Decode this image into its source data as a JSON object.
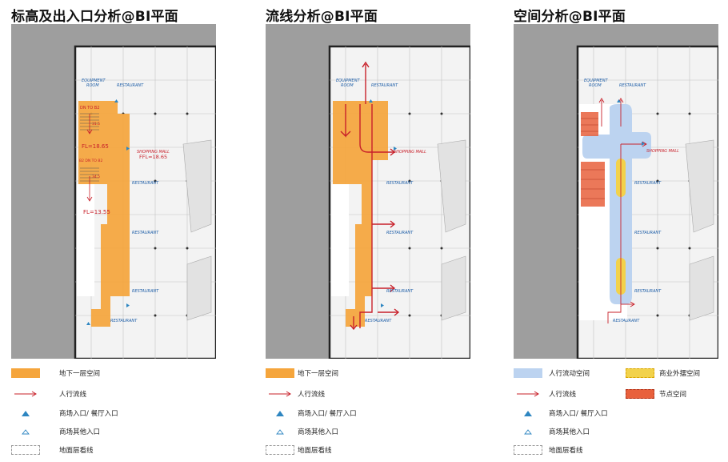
{
  "panels": [
    {
      "title": "标高及出入口分析@BI平面"
    },
    {
      "title": "流线分析@BI平面"
    },
    {
      "title": "空间分析@BI平面"
    }
  ],
  "plan_labels": {
    "equipment_room_1": "EQUIPMENT",
    "equipment_room_2": "ROOM",
    "restaurant": "RESTAURANT",
    "shopping_mall": "SHOPPING MALL",
    "dn_to_b2": "DN TO B2",
    "b2_dn_to_b2": "B2 DN TO B2",
    "step_1": "31.5",
    "step_2": "34.5",
    "fl_1": "FL=18.65",
    "ffl_mall": "FFL=18.65",
    "fl_2": "FL=13.55"
  },
  "legend_common": {
    "basement_space": "地下一层空间",
    "pedestrian_flow": "人行流线",
    "mall_restaurant_entry": "商场入口/ 餐厅入口",
    "mall_other_entry": "商场其他入口",
    "ground_sightline": "地面层看线"
  },
  "legend_space": {
    "pedestrian_space": "人行流动空间",
    "commercial_space": "商业外摆空间",
    "node_space": "节点空间"
  },
  "colors": {
    "orange": "#f5a53c",
    "red_flow": "#c8202a",
    "blue_entry": "#2e86c1",
    "light_blue": "#bcd3f0",
    "yellow": "#f2d24b",
    "node_red": "#e8603c",
    "gray_bg": "#9e9e9e"
  }
}
